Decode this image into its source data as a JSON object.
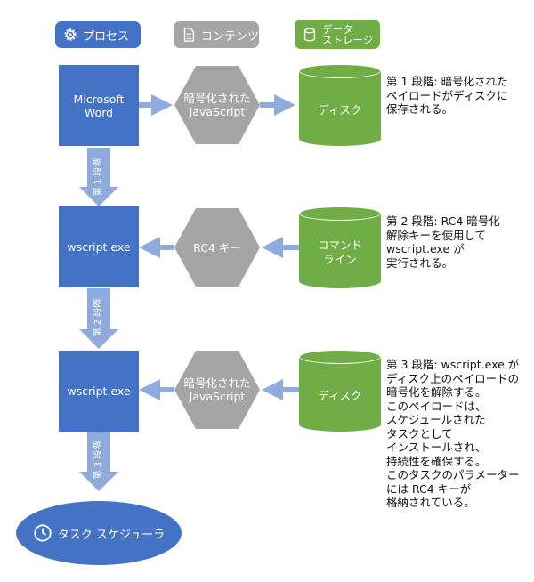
{
  "legend": {
    "process": "プロセス",
    "content": "コンテンツ",
    "storage_line1": "データ",
    "storage_line2": "ストレージ"
  },
  "processes": {
    "word_line1": "Microsoft",
    "word_line2": "Word",
    "wscript1": "wscript.exe",
    "wscript2": "wscript.exe"
  },
  "contents": {
    "encrypted1_line1": "暗号化された",
    "encrypted1_line2": "JavaScript",
    "rc4_key": "RC4 キー",
    "encrypted2_line1": "暗号化された",
    "encrypted2_line2": "JavaScript"
  },
  "storage": {
    "disk1": "ディスク",
    "cmd_line1": "コマンド",
    "cmd_line2": "ライン",
    "disk2": "ディスク"
  },
  "stages": {
    "s1_label": "第 1 段階",
    "s2_label": "第 2 段階",
    "s3_label": "第 3 段階"
  },
  "notes": {
    "stage1": [
      "第 1 段階: 暗号化された",
      "ペイロードがディスクに",
      "保存される。"
    ],
    "stage2": [
      "第 2 段階: RC4 暗号化",
      "解除キーを使用して",
      "wscript.exe が",
      "実行される。"
    ],
    "stage3": [
      "第 3 段階: wscript.exe が",
      "ディスク上のペイロードの",
      "暗号化を解除する。",
      "このペイロードは、",
      "スケジュールされた",
      "タスクとして",
      "インストールされ、",
      "持続性を確保する。",
      "このタスクのパラメーター",
      "には RC4 キーが",
      "格納されている。"
    ]
  },
  "scheduler": "タスク スケジューラ",
  "colors": {
    "process": "#4472c4",
    "content": "#a5a5a5",
    "storage": "#70ad47",
    "arrow": "#8faadc"
  },
  "icons": {
    "process": "gear-icon",
    "content": "document-icon",
    "storage": "database-icon",
    "scheduler": "clock-icon"
  }
}
